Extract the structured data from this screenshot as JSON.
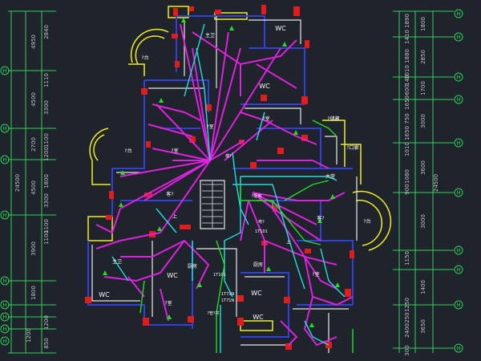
{
  "colors": {
    "background": "#1f232b",
    "grid": "#2fd35a",
    "dimension": "#bfbfbf",
    "wall_blue": "#3040e0",
    "wall_white": "#e8e8e8",
    "wiring_magenta": "#e020e0",
    "wiring_cyan": "#20e0e0",
    "wiring_green": "#20e020",
    "fixture_yellow": "#f0f020",
    "column_red": "#e01c1c",
    "text_white": "#ffffff"
  },
  "axis_symbol": "H",
  "left_dimensions": {
    "segments": [
      "4950",
      "4500",
      "2700",
      "4500",
      "3900",
      "1800",
      "1200"
    ],
    "detail": [
      "2840",
      "1110",
      "1100",
      "3300",
      "1200",
      "1800",
      "1100",
      "3300",
      "1100",
      "1200",
      "850"
    ],
    "total": "24500"
  },
  "right_dimensions": {
    "segments": [
      "1800",
      "2850",
      "1700",
      "3000",
      "3600",
      "3000",
      "1400",
      "3650"
    ],
    "detail": [
      "1890",
      "1410",
      "1880",
      "1010",
      "140",
      "600",
      "1650",
      "750",
      "1650",
      "1010",
      "1080",
      "900",
      "1150",
      "1250",
      "250",
      "2400",
      "300"
    ],
    "total": "24500"
  },
  "rooms": {
    "wc_top": "WC",
    "wc_mid": "WC",
    "wc_left": "WC",
    "wc_lower_left": "WC",
    "wc_bottom": "WC",
    "wc_bottom2": "WC",
    "bathroom_top": "主卫",
    "bathroom_left": "主卫",
    "bedroom_1": "?室",
    "bedroom_2": "?室",
    "bedroom_3": "?室",
    "bedroom_4": "?室",
    "bedroom_5": "?室",
    "terrace_1": "?台",
    "terrace_2": "?台",
    "terrace_3": "?台",
    "living_1": "客?",
    "living_2": "客?",
    "hall": "大堂",
    "entry": "?口廊",
    "kitchen": "厨房",
    "kitchen_2": "厨房",
    "storage": "?储藏",
    "shaft": "?配电",
    "lift": "上",
    "lift_2": "上",
    "stair": "楼?",
    "meter": "电?",
    "pipe_shaft": "?管?井"
  },
  "annotations": {
    "riser_a": "1T101",
    "riser_b": "1T101",
    "riser_c": "1T71N",
    "riser_d": "1T71N"
  }
}
